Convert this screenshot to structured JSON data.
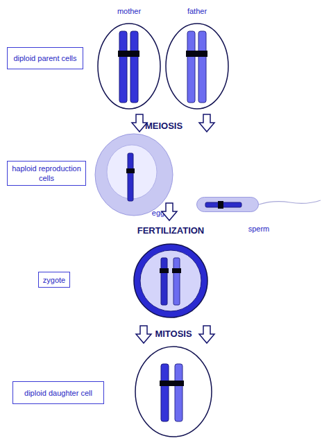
{
  "diagram": {
    "nodes": [
      {
        "text": [
          "mother"
        ]
      },
      {
        "text": [
          "father"
        ]
      },
      {
        "text": [
          "diploid parent cells"
        ]
      },
      {
        "text": [
          "egg"
        ]
      },
      {
        "text": [
          "haploid reproduction cells"
        ]
      },
      {
        "text": [
          "sperm"
        ]
      },
      {
        "text": [
          "zygote"
        ]
      },
      {
        "text": [
          "diploid daughter cell"
        ]
      }
    ],
    "labels": [
      "MEIOSIS",
      "FERTILIZATION",
      "MITOSIS"
    ]
  }
}
